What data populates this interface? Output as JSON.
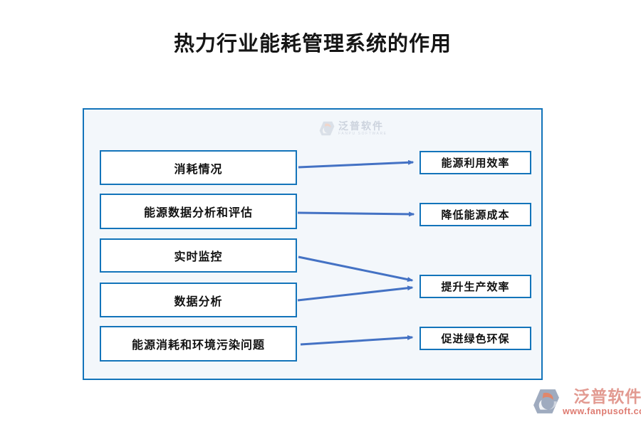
{
  "title": "热力行业能耗管理系统的作用",
  "diagram": {
    "left_items": [
      {
        "label": "消耗情况"
      },
      {
        "label": "能源数据分析和评估"
      },
      {
        "label": "实时监控"
      },
      {
        "label": "数据分析"
      },
      {
        "label": "能源消耗和环境污染问题"
      }
    ],
    "right_items": [
      {
        "label": "能源利用效率"
      },
      {
        "label": "降低能源成本"
      },
      {
        "label": "提升生产效率"
      },
      {
        "label": "促进绿色环保"
      }
    ],
    "connections": [
      {
        "from": "消耗情况",
        "to": "能源利用效率"
      },
      {
        "from": "能源数据分析和评估",
        "to": "降低能源成本"
      },
      {
        "from": "实时监控",
        "to": "提升生产效率"
      },
      {
        "from": "数据分析",
        "to": "提升生产效率"
      },
      {
        "from": "能源消耗和环境污染问题",
        "to": "促进绿色环保"
      }
    ]
  },
  "watermark_center": {
    "brand": "泛普软件",
    "subtitle": "FANPU SOFTWARE"
  },
  "watermark_footer": {
    "brand": "泛普软件",
    "url": "www.fanpusoft.com"
  },
  "colors": {
    "box_border": "#1374ba",
    "panel_background": "#f3f7fb",
    "arrow": "#4472c4",
    "footer_brand": "#e29a91",
    "footer_url": "#de7a70"
  }
}
